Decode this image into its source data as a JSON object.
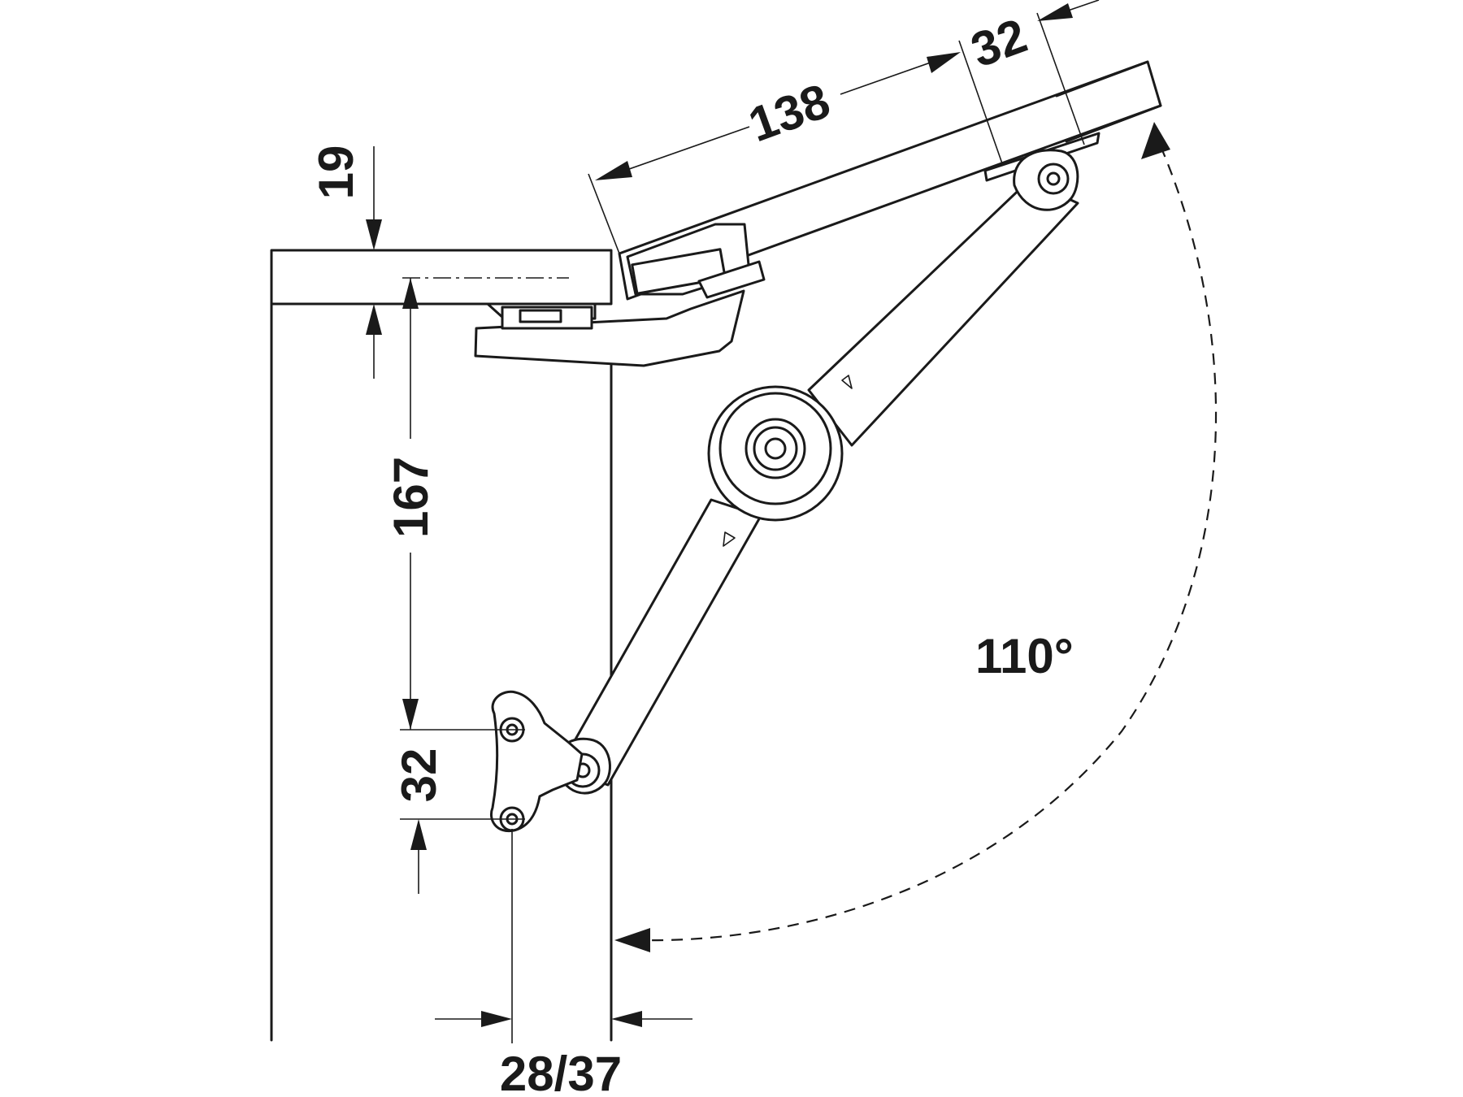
{
  "diagram": {
    "dimensions": {
      "top_thickness": "19",
      "flap_offset": "138",
      "flap_hole_spacing": "32",
      "vertical_offset": "167",
      "side_hole_spacing": "32",
      "side_depth": "28/37",
      "opening_angle": "110°"
    },
    "colors": {
      "line": "#1a1a1a",
      "background": "#ffffff"
    }
  }
}
